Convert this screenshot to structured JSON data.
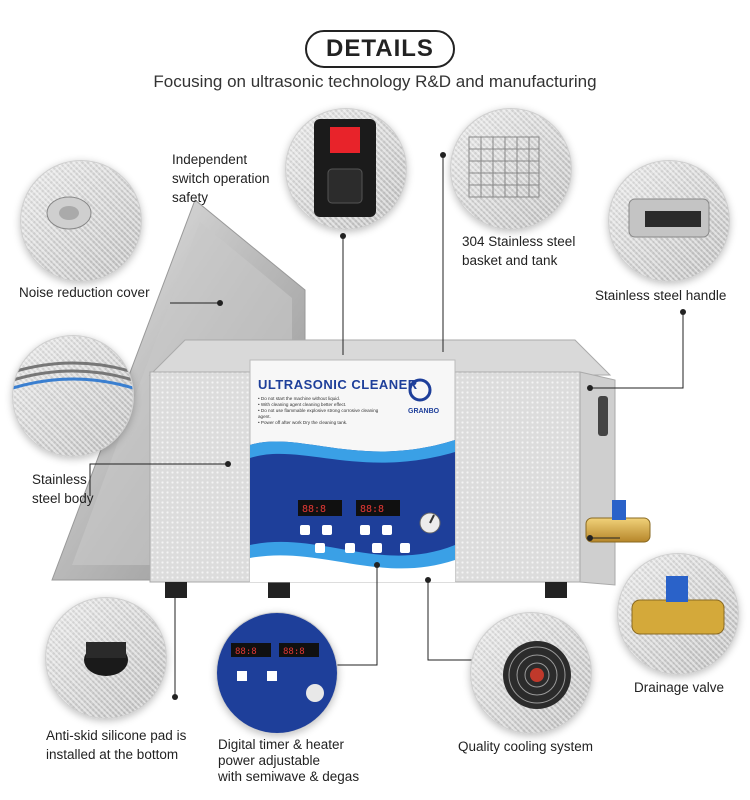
{
  "header": {
    "title": "DETAILS",
    "subtitle": "Focusing on ultrasonic technology R&D and manufacturing"
  },
  "callouts": {
    "switch": [
      "Independent",
      "switch operation",
      "safety"
    ],
    "noise_cover": "Noise reduction cover",
    "basket": [
      "304 Stainless steel",
      "basket and tank"
    ],
    "handle": "Stainless steel handle",
    "body": [
      "Stainless",
      "steel body"
    ],
    "pad": [
      "Anti-skid silicone pad is",
      "installed at the bottom"
    ],
    "timer": [
      "Digital timer & heater",
      "power adjustable",
      "with semiwave & degas"
    ],
    "cooling": "Quality cooling system",
    "valve": "Drainage valve"
  },
  "product": {
    "panel_title": "ULTRASONIC CLEANER",
    "brand": "GRANBO",
    "notes": [
      "• Do not start the machine without liquid.",
      "• With cleaning agent cleaning better effect.",
      "• Do not use flammable explosive strong corrosive cleaning agent.",
      "• Power off after work Dry the cleaning tank."
    ]
  },
  "colors": {
    "panel_blue": "#1e3f9a",
    "accent_blue": "#3aa0e6",
    "display_red": "#e53935",
    "switch_red": "#e8232a",
    "brass": "#d4a93a"
  },
  "icons": [
    "rocker-switch-icon",
    "cooling-fan-icon",
    "drain-valve-icon",
    "timer-knob-icon"
  ]
}
